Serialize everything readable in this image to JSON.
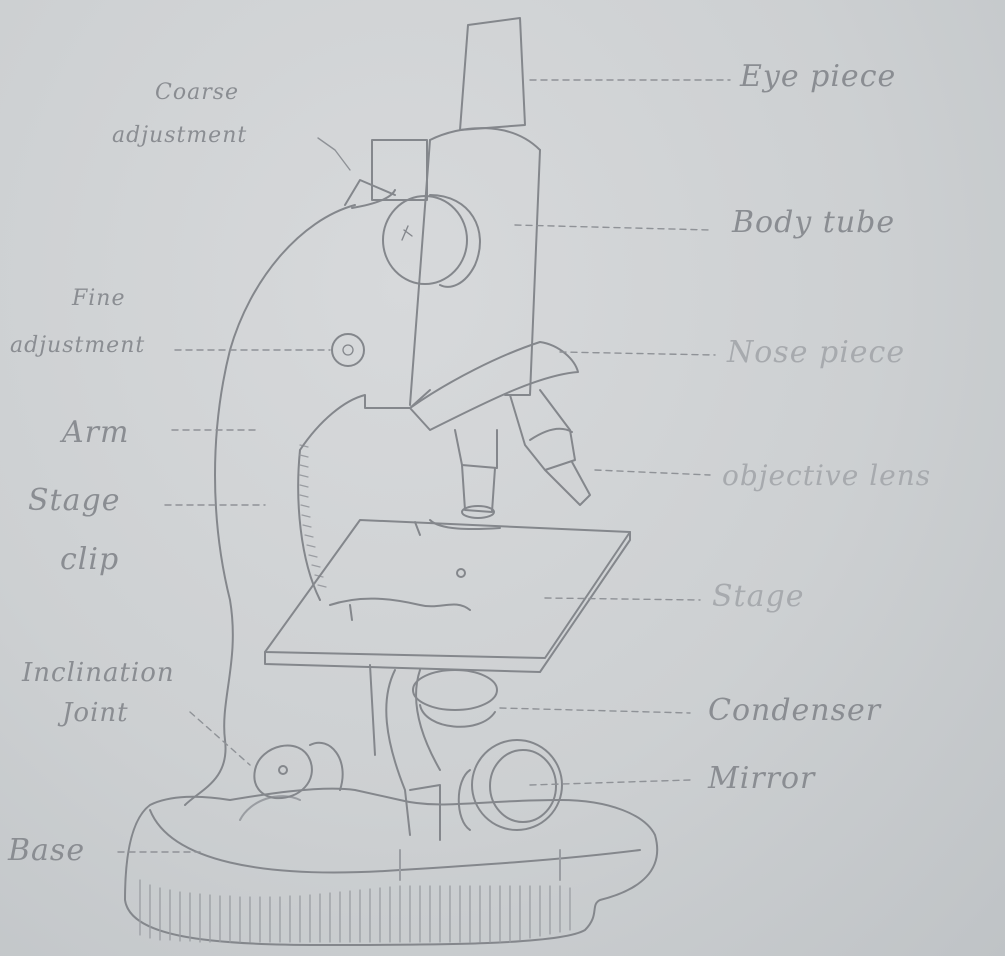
{
  "labels": {
    "coarse_adjustment": [
      "Coarse",
      "adjustment"
    ],
    "eye_piece": "Eye piece",
    "body_tube": "Body tube",
    "fine_adjustment": [
      "Fine",
      "adjustment"
    ],
    "nose_piece": "Nose piece",
    "arm": "Arm",
    "objective_lens": "objective lens",
    "stage_clip": [
      "Stage",
      "clip"
    ],
    "stage": "Stage",
    "inclination_joint": [
      "Inclination",
      "Joint"
    ],
    "condenser": "Condenser",
    "mirror": "Mirror",
    "base": "Base"
  },
  "colors": {
    "paper": "#cdd0d2",
    "pencil": "#7f8288",
    "pencil_light": "#9ea1a6"
  }
}
